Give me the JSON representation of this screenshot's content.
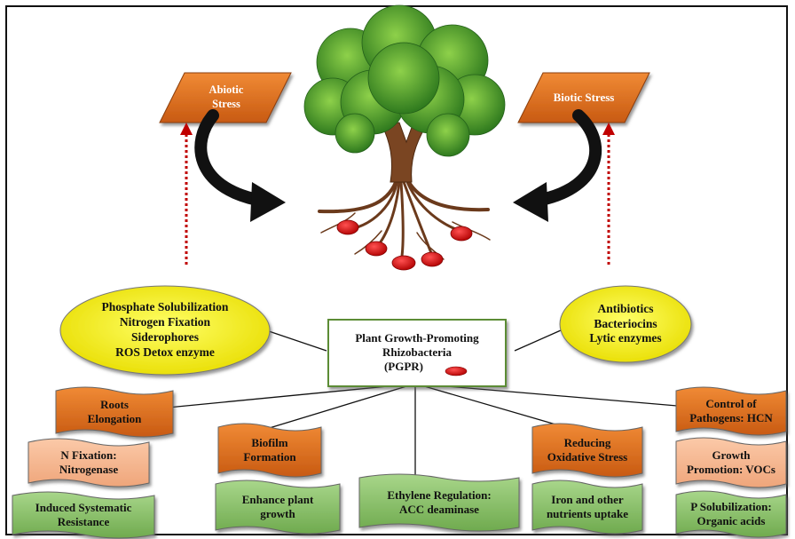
{
  "stress": {
    "abiotic": "Abiotic Stress",
    "biotic": "Biotic Stress"
  },
  "center": {
    "line1": "Plant Growth-Promoting",
    "line2": "Rhizobacteria",
    "line3": "(PGPR)"
  },
  "left_ellipse": [
    "Phosphate Solubilization",
    "Nitrogen Fixation",
    "Siderophores",
    "ROS Detox enzyme"
  ],
  "right_ellipse": [
    "Antibiotics",
    "Bacteriocins",
    "Lytic enzymes"
  ],
  "mechanisms": {
    "roots": [
      "Roots",
      "Elongation"
    ],
    "nfix": [
      "N Fixation:",
      "Nitrogenase"
    ],
    "isr": [
      "Induced Systematic",
      "Resistance"
    ],
    "biofilm": [
      "Biofilm",
      "Formation"
    ],
    "enhance": [
      "Enhance plant",
      "growth"
    ],
    "ethylene": [
      "Ethylene Regulation:",
      "ACC deaminase"
    ],
    "oxidative": [
      "Reducing",
      "Oxidative Stress"
    ],
    "iron": [
      "Iron and other",
      "nutrients uptake"
    ],
    "control": [
      "Control of",
      "Pathogens: HCN"
    ],
    "voc": [
      "Growth",
      "Promotion: VOCs"
    ],
    "psol": [
      "P Solubilization:",
      "Organic acids"
    ]
  },
  "colors": {
    "orange": "#E2721F",
    "peach": "#F5B48C",
    "green": "#8CC26A",
    "yellow": "#F5F000",
    "arrow_red": "#C00000"
  }
}
